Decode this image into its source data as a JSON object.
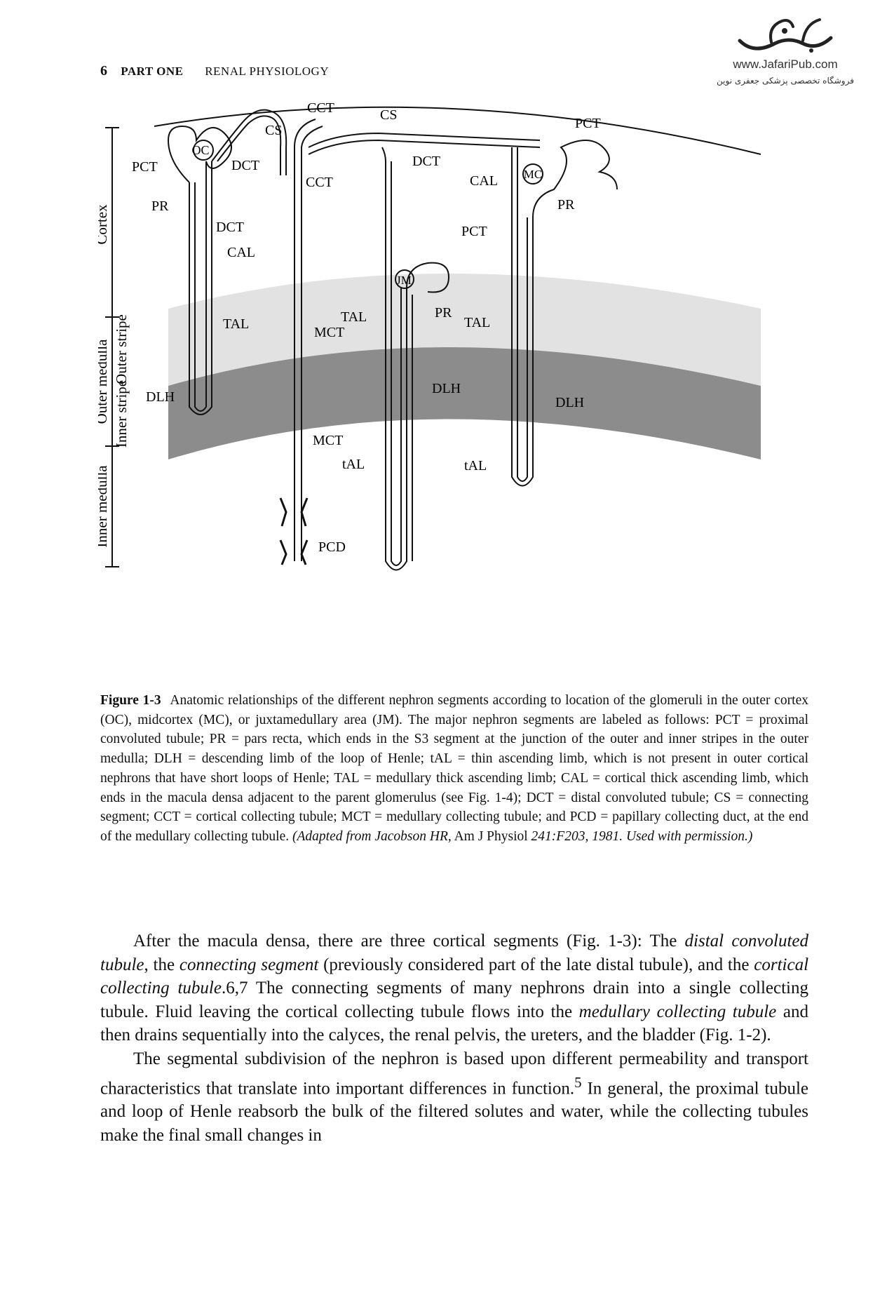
{
  "header": {
    "page_number": "6",
    "part": "PART ONE",
    "section": "RENAL PHYSIOLOGY"
  },
  "logo": {
    "url": "www.JafariPub.com",
    "subtitle": "فروشگاه تخصصی پزشکی جعفری نوین"
  },
  "figure": {
    "zones": {
      "cortex": "Cortex",
      "outer_medulla": "Outer medulla",
      "outer_stripe": "Outer stripe",
      "inner_stripe": "Inner stripe",
      "inner_medulla": "Inner medulla"
    },
    "labels": {
      "cct_top": "CCT",
      "cs_left": "CS",
      "cs_mid": "CS",
      "pct_right": "PCT",
      "oc": "OC",
      "pct_left": "PCT",
      "dct_left": "DCT",
      "dct_mid": "DCT",
      "mc": "MC",
      "cct_mid": "CCT",
      "cal_right": "CAL",
      "pr_left": "PR",
      "pr_right": "PR",
      "dct_lower": "DCT",
      "pct_jm": "PCT",
      "jm": "JM",
      "cal_left": "CAL",
      "tal_mid": "TAL",
      "pr_jm": "PR",
      "tal_left": "TAL",
      "mct_top": "MCT",
      "tal_right": "TAL",
      "dlh_mid": "DLH",
      "dlh_left": "DLH",
      "dlh_right": "DLH",
      "mct_bottom": "MCT",
      "tal_thin_mid": "tAL",
      "tal_thin_right": "tAL",
      "pcd": "PCD"
    }
  },
  "caption": {
    "label": "Figure 1-3",
    "text": "Anatomic relationships of the different nephron segments according to location of the glomeruli in the outer cortex (OC), midcortex (MC), or juxtamedullary area (JM). The major nephron segments are labeled as follows: PCT = proximal convoluted tubule; PR = pars recta, which ends in the S3 segment at the junction of the outer and inner stripes in the outer medulla; DLH = descending limb of the loop of Henle; tAL = thin ascending limb, which is not present in outer cortical nephrons that have short loops of Henle; TAL = medullary thick ascending limb; CAL = cortical thick ascending limb, which ends in the macula densa adjacent to the parent glomerulus (see Fig. 1-4); DCT = distal convoluted tubule; CS = connecting segment; CCT = cortical collecting tubule; MCT = medullary collecting tubule; and PCD = papillary collecting duct, at the end of the medullary collecting tubule.",
    "credit_italic_1": "(Adapted from Jacobson HR,",
    "credit_plain": "Am J Physiol",
    "credit_italic_2": "241:F203, 1981. Used with permission.)"
  },
  "body": {
    "p1_a": "After the macula densa, there are three cortical segments (Fig. 1-3): The",
    "p1_dct": "distal convoluted tubule",
    "p1_b": ", the",
    "p1_cs": "connecting segment",
    "p1_c": "(previously considered part of the late distal tubule), and the",
    "p1_cct": "cortical collecting tubule",
    "p1_ref": ".6,7",
    "p1_d": "The connecting segments of many nephrons drain into a single collecting tubule. Fluid leaving the cortical collecting tubule flows into the",
    "p1_mct": "medullary collecting tubule",
    "p1_e": "and then drains sequentially into the calyces, the renal pelvis, the ureters, and the bladder (Fig. 1-2).",
    "p2_a": "The segmental subdivision of the nephron is based upon different permeability and transport characteristics that translate into important differences in function.",
    "p2_ref": "5",
    "p2_b": "In general, the proximal tubule and loop of Henle reabsorb the bulk of the filtered solutes and water, while the collecting tubules make the final small changes in"
  }
}
